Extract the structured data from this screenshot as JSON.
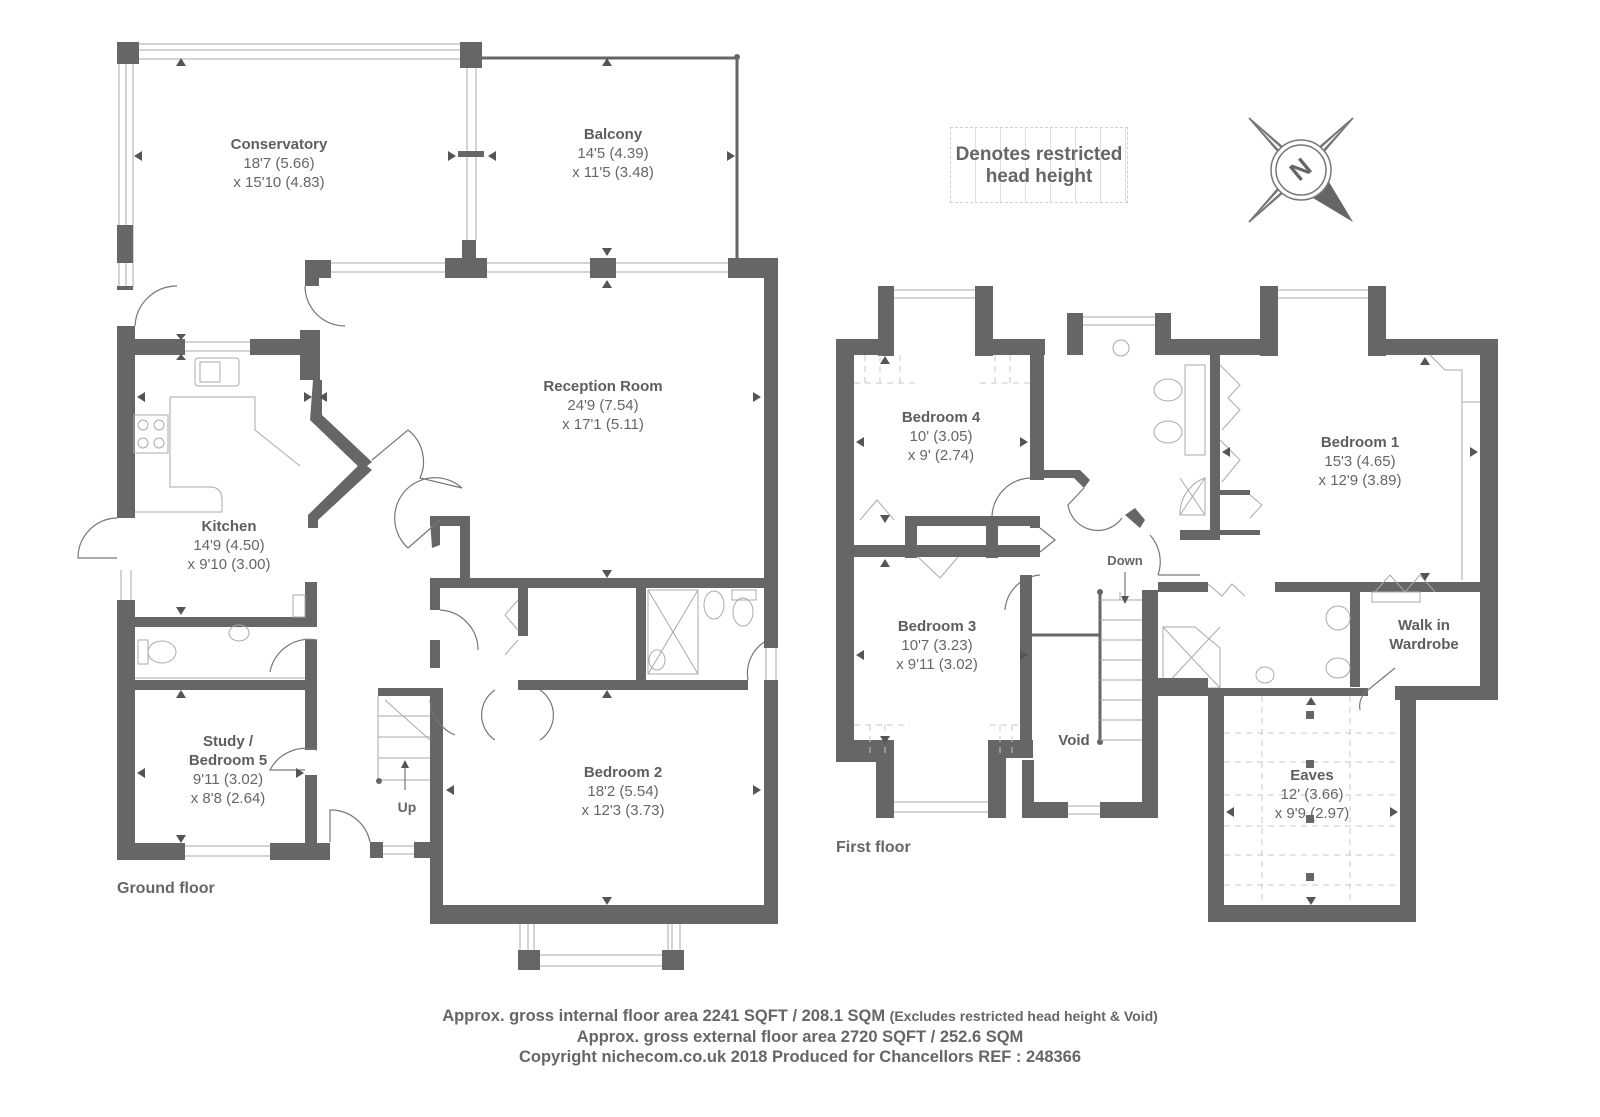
{
  "legend": {
    "line1": "Denotes restricted",
    "line2": "head height"
  },
  "compass": {
    "label": "N"
  },
  "ground_floor": {
    "label": "Ground floor",
    "rooms": [
      {
        "name": "Conservatory",
        "dim1": "18'7 (5.66)",
        "dim2": "x 15'10 (4.83)"
      },
      {
        "name": "Balcony",
        "dim1": "14'5 (4.39)",
        "dim2": "x 11'5 (3.48)"
      },
      {
        "name": "Reception Room",
        "dim1": "24'9 (7.54)",
        "dim2": "x 17'1 (5.11)"
      },
      {
        "name": "Kitchen",
        "dim1": "14'9 (4.50)",
        "dim2": "x 9'10 (3.00)"
      },
      {
        "name": "Study /",
        "name2": "Bedroom 5",
        "dim1": "9'11 (3.02)",
        "dim2": "x 8'8 (2.64)"
      },
      {
        "name": "Bedroom 2",
        "dim1": "18'2 (5.54)",
        "dim2": "x 12'3 (3.73)"
      }
    ],
    "stairs_label": "Up"
  },
  "first_floor": {
    "label": "First floor",
    "rooms": [
      {
        "name": "Bedroom 4",
        "dim1": "10' (3.05)",
        "dim2": "x 9' (2.74)"
      },
      {
        "name": "Bedroom 1",
        "dim1": "15'3 (4.65)",
        "dim2": "x 12'9 (3.89)"
      },
      {
        "name": "Bedroom 3",
        "dim1": "10'7 (3.23)",
        "dim2": "x 9'11 (3.02)"
      },
      {
        "name": "Walk in",
        "name2": "Wardrobe"
      },
      {
        "name": "Eaves",
        "dim1": "12' (3.66)",
        "dim2": "x 9'9 (2.97)"
      },
      {
        "name": "Void"
      }
    ],
    "stairs_label": "Down"
  },
  "footer": {
    "line1": "Approx. gross internal floor area 2241 SQFT / 208.1 SQM",
    "line1_note": "(Excludes restricted head height & Void)",
    "line2": "Approx. gross external floor area 2720 SQFT / 252.6 SQM",
    "line3": "Copyright nichecom.co.uk 2018 Produced for Chancellors REF : 248366"
  },
  "colors": {
    "wall": "#666666",
    "text": "#666666",
    "background": "#ffffff"
  }
}
